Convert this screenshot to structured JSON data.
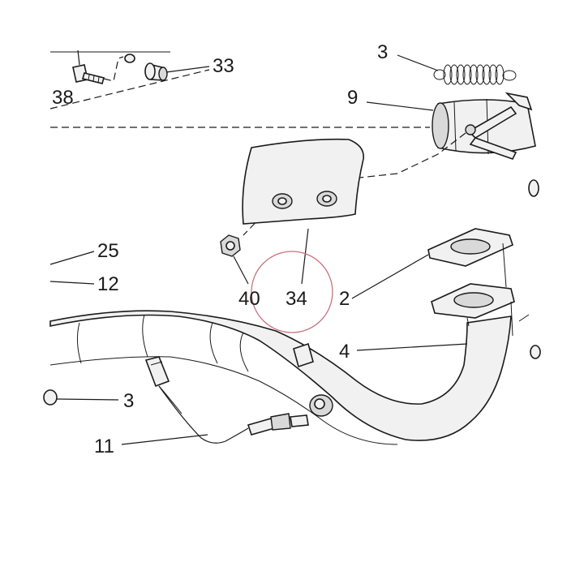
{
  "diagram": {
    "callouts": {
      "p3_top": "3",
      "p33": "33",
      "p38": "38",
      "p9": "9",
      "p25": "25",
      "p12": "12",
      "p40": "40",
      "p34": "34",
      "p2": "2",
      "p4": "4",
      "p3_bottom": "3",
      "p11": "11"
    },
    "highlight": {
      "target": "34",
      "color": "#c9737d"
    },
    "colors": {
      "line": "#1a1a1a",
      "part_fill": "#f1f1f1",
      "part_shade": "#d9d9d9",
      "background": "#ffffff"
    }
  }
}
